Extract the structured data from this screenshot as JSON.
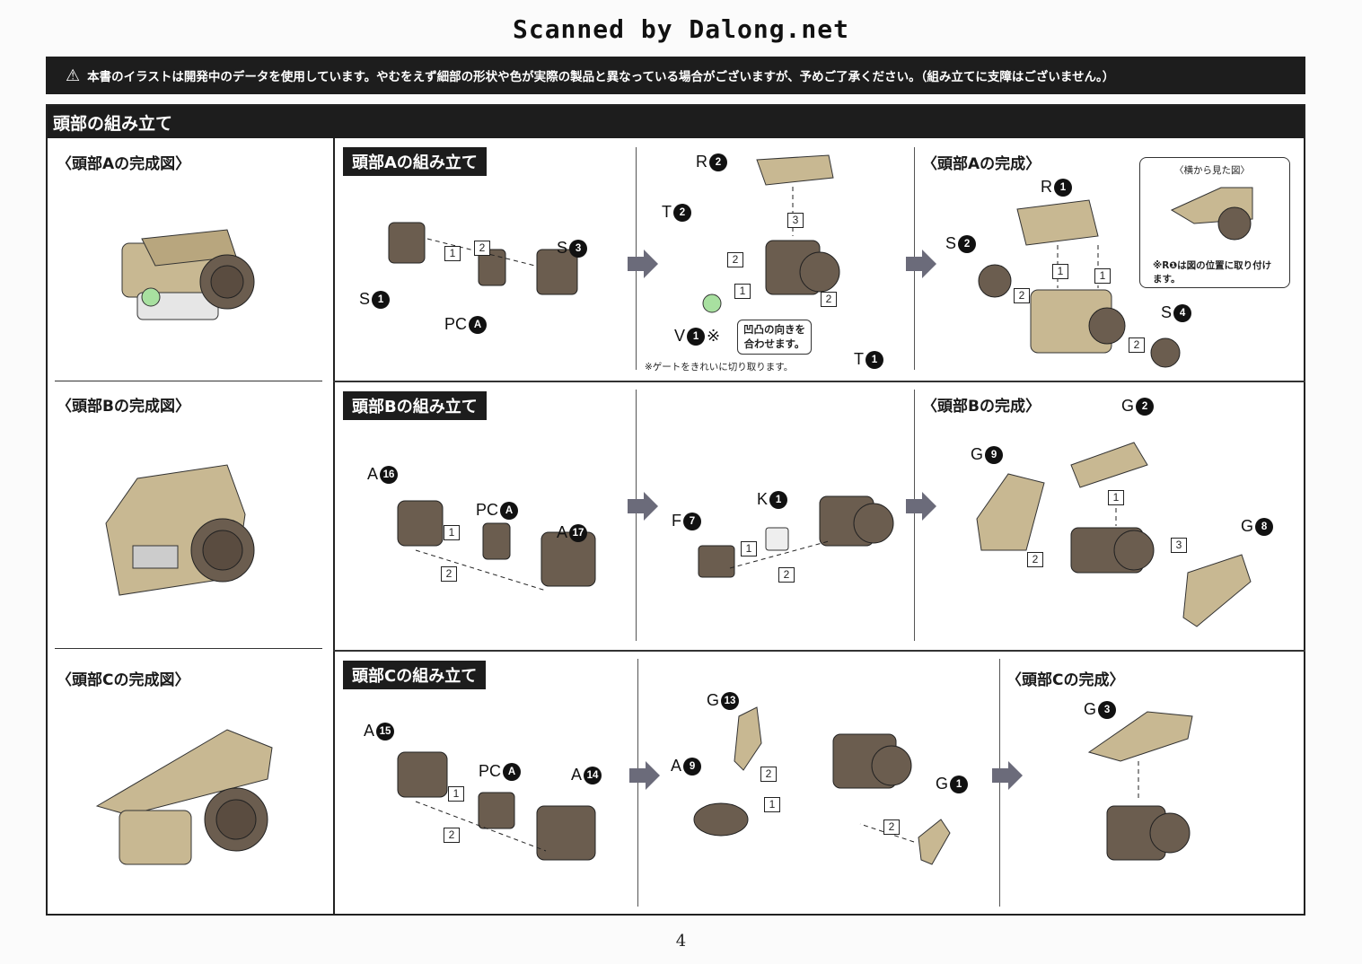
{
  "scan_credit": "Scanned by Dalong.net",
  "notice": {
    "icon": "warning-icon",
    "text": "本書のイラストは開発中のデータを使用しています。やむをえず細部の形状や色が実際の製品と異なっている場合がございますが、予めご了承ください。（組み立てに支障はございません。）"
  },
  "section_title": "頭部の組み立て",
  "colors": {
    "part_tan": "#c8b892",
    "part_dark": "#6b5d4f",
    "part_green": "#a8e0a0",
    "header_bg": "#1d1d1d"
  },
  "rows": [
    {
      "complete_view_label": "〈頭部Aの完成図〉",
      "step_title": "頭部Aの組み立て",
      "completion_label": "〈頭部Aの完成〉",
      "step1_parts": {
        "s1": "S",
        "s1_num": "1",
        "pca": "PC",
        "pca_num": "A",
        "s3": "S",
        "s3_num": "3",
        "n1": "1",
        "n2": "2"
      },
      "step2_parts": {
        "r2": "R",
        "r2_num": "2",
        "t2": "T",
        "t2_num": "2",
        "v1": "V",
        "v1_num": "1",
        "v1_mark": "※",
        "t1": "T",
        "t1_num": "1",
        "n1": "1",
        "n2a": "2",
        "n2b": "2",
        "n3": "3"
      },
      "step2_callout": "凹凸の向きを\n合わせます。",
      "step2_note": "※ゲートをきれいに切り取ります。",
      "step3_parts": {
        "r1": "R",
        "r1_num": "1",
        "s2": "S",
        "s2_num": "2",
        "s4": "S",
        "s4_num": "4",
        "n1a": "1",
        "n1b": "1",
        "n2a": "2",
        "n2b": "2"
      },
      "side_view_title": "〈横から見た図〉",
      "side_view_note": "※R❶は図の位置に取り付けます。"
    },
    {
      "complete_view_label": "〈頭部Bの完成図〉",
      "step_title": "頭部Bの組み立て",
      "completion_label": "〈頭部Bの完成〉",
      "step1_parts": {
        "a16": "A",
        "a16_num": "16",
        "pca": "PC",
        "pca_num": "A",
        "a17": "A",
        "a17_num": "17",
        "n1": "1",
        "n2": "2"
      },
      "step2_parts": {
        "f7": "F",
        "f7_num": "7",
        "k1": "K",
        "k1_num": "1",
        "n1": "1",
        "n2": "2"
      },
      "step3_parts": {
        "g2": "G",
        "g2_num": "2",
        "g9": "G",
        "g9_num": "9",
        "g8": "G",
        "g8_num": "8",
        "n1": "1",
        "n2": "2",
        "n3": "3"
      }
    },
    {
      "complete_view_label": "〈頭部Cの完成図〉",
      "step_title": "頭部Cの組み立て",
      "completion_label": "〈頭部Cの完成〉",
      "step1_parts": {
        "a15": "A",
        "a15_num": "15",
        "pca": "PC",
        "pca_num": "A",
        "a14": "A",
        "a14_num": "14",
        "n1": "1",
        "n2": "2"
      },
      "step2_parts": {
        "g13": "G",
        "g13_num": "13",
        "a9": "A",
        "a9_num": "9",
        "g1": "G",
        "g1_num": "1",
        "n1": "1",
        "n2a": "2",
        "n2b": "2"
      },
      "step3_parts": {
        "g3": "G",
        "g3_num": "3"
      }
    }
  ],
  "page_number": "4"
}
